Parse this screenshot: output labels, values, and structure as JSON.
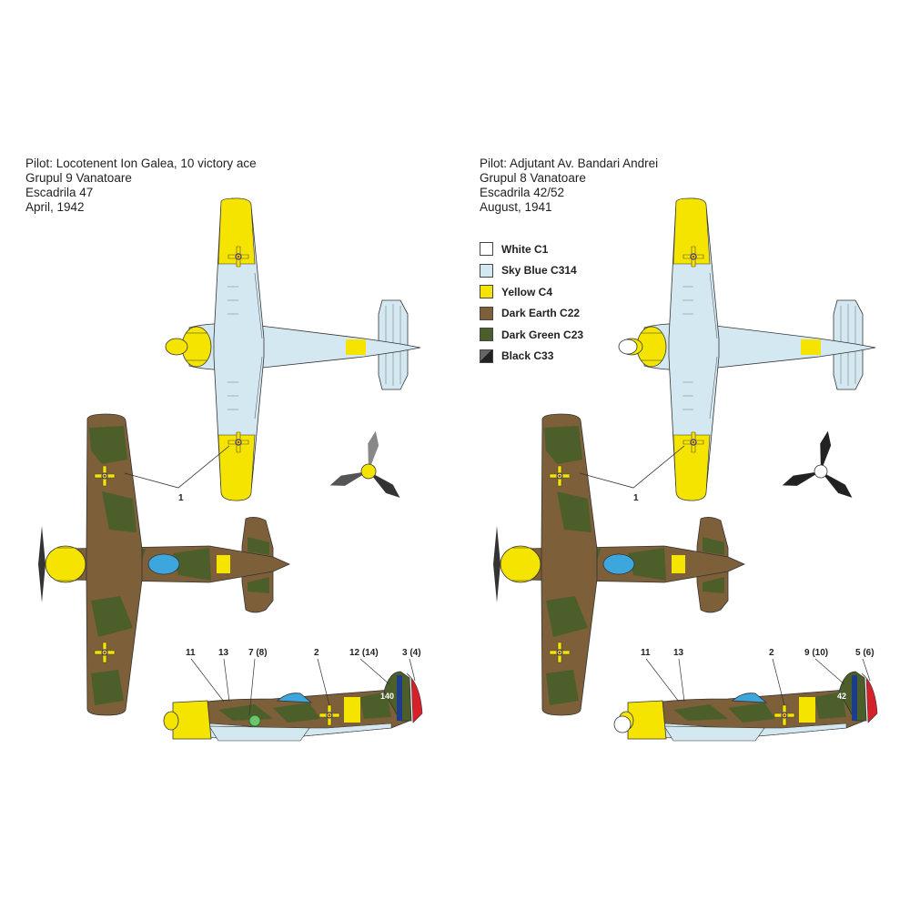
{
  "left": {
    "caption": [
      "Pilot: Locotenent Ion Galea, 10 victory ace",
      "Grupul 9 Vanatoare",
      "Escadrila 47",
      "April, 1942"
    ],
    "pointer_label": "1",
    "side_callouts": [
      "11",
      "13",
      "7 (8)",
      "2",
      "12 (14)",
      "3 (4)"
    ],
    "tail_code": "140"
  },
  "right": {
    "caption": [
      "Pilot: Adjutant Av. Bandari Andrei",
      "Grupul 8 Vanatoare",
      "Escadrila 42/52",
      "August, 1941"
    ],
    "pointer_label": "1",
    "side_callouts": [
      "11",
      "13",
      "2",
      "9 (10)",
      "5 (6)"
    ],
    "tail_code": "42"
  },
  "legend": [
    {
      "label": "White C1",
      "color": "#ffffff"
    },
    {
      "label": "Sky Blue C314",
      "color": "#d4e8f2"
    },
    {
      "label": "Yellow C4",
      "color": "#f5e400"
    },
    {
      "label": "Dark Earth C22",
      "color": "#7d5f3a"
    },
    {
      "label": "Dark Green C23",
      "color": "#4c5f2a"
    },
    {
      "label": "Black C33",
      "color": "#222222"
    }
  ],
  "colors": {
    "sky_blue": "#d4e8f2",
    "yellow": "#f5e400",
    "dark_earth": "#7d5f3a",
    "dark_green": "#4c5f2a",
    "black": "#222222",
    "canopy": "#3da6dc",
    "red": "#d8202a",
    "blue": "#1c3d8c"
  }
}
